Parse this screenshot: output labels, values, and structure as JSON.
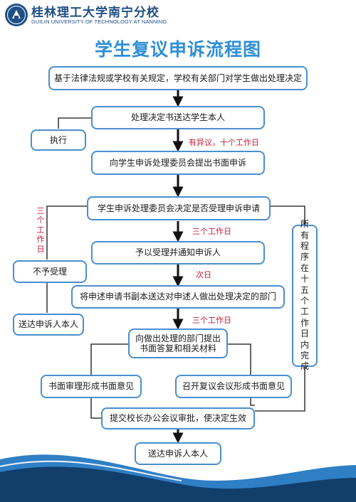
{
  "header": {
    "university_cn": "桂林理工大学南宁分校",
    "university_en": "GUILIN UNIVERSITY OF TECHNOLOGY AT NANNING",
    "logo_icon": "university-seal-icon"
  },
  "title": "学生复议申诉流程图",
  "colors": {
    "title": "#2f8fd6",
    "box_border": "#4a8fcf",
    "label_red": "#c8203a",
    "wave_dark": "#123e6b",
    "wave_light": "#2f7fc4"
  },
  "nodes": {
    "start": "基于法律法规或学校有关规定，学校有关部门对学生做出处理决定",
    "deliver_decision": "处理决定书送达学生本人",
    "execute": "执行",
    "submit_appeal": "向学生申诉处理委员会提出书面申诉",
    "committee_decide": "学生申诉处理委员会决定是否受理申诉申请",
    "accept_notify": "予以受理并通知申诉人",
    "not_accept": "不予受理",
    "deliver_to_appellant_left": "送达申诉人本人",
    "forward_copy": "将申述申请书副本送达对申述人做出处理决定的部门",
    "dept_reply_line1": "向做出处理的部门提出",
    "dept_reply_line2": "书面答复和相关材料",
    "written_review": "书面审理形成书面意见",
    "hearing": "召开复议会议形成书面意见",
    "all_done": "所有程序在十五个工作日内完成",
    "submit_office": "提交校长办公会议审批，使决定生效",
    "final_deliver": "送达申诉人本人"
  },
  "labels": {
    "objection": "有异议，十个工作日",
    "three_days_1": "三个工作日",
    "next_day": "次日",
    "three_days_2": "三个工作日",
    "three_days_vertical": "三个工作日"
  }
}
